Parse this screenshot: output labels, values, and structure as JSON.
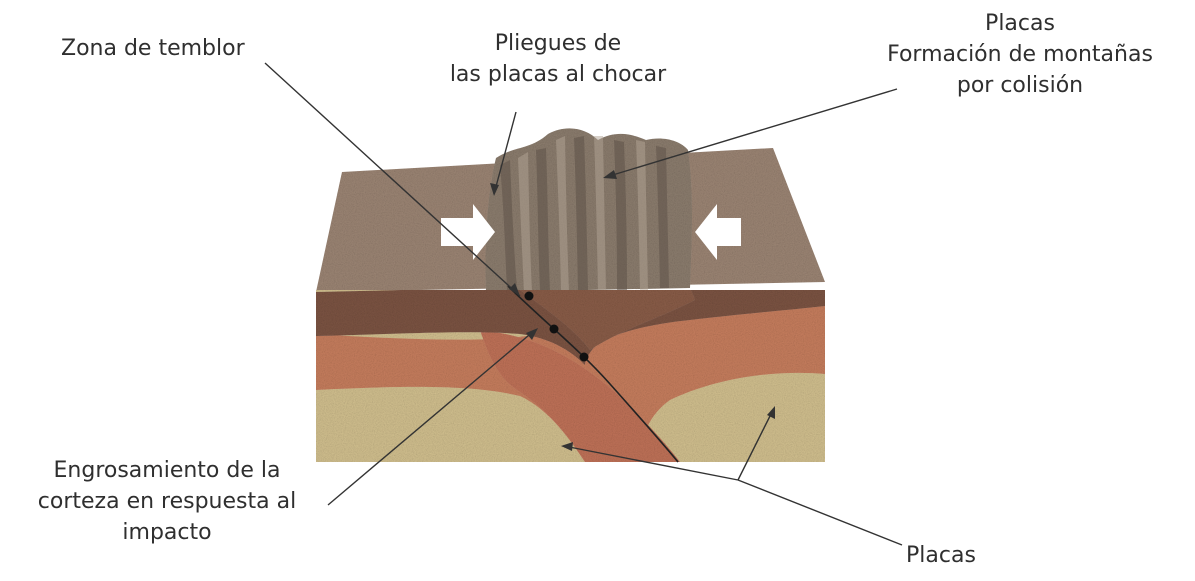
{
  "labels": {
    "zona_temblor": "Zona de temblor",
    "pliegues": [
      "Pliegues de",
      "las placas al chocar"
    ],
    "placas_top": [
      "Placas",
      "Formación de montañas",
      "por colisión"
    ],
    "engrosamiento": [
      "Engrosamiento de la",
      "corteza en respuesta al",
      "impacto"
    ],
    "placas_bottom": "Placas"
  },
  "colors": {
    "surface": "#9c8574",
    "folds": "#8c7d6e",
    "upper_crust": "#7c5443",
    "mid_crust": "#c77e5e",
    "lower_crust": "#d2c08f",
    "arrow_fill": "#ffffff",
    "leader_line": "#333333"
  }
}
